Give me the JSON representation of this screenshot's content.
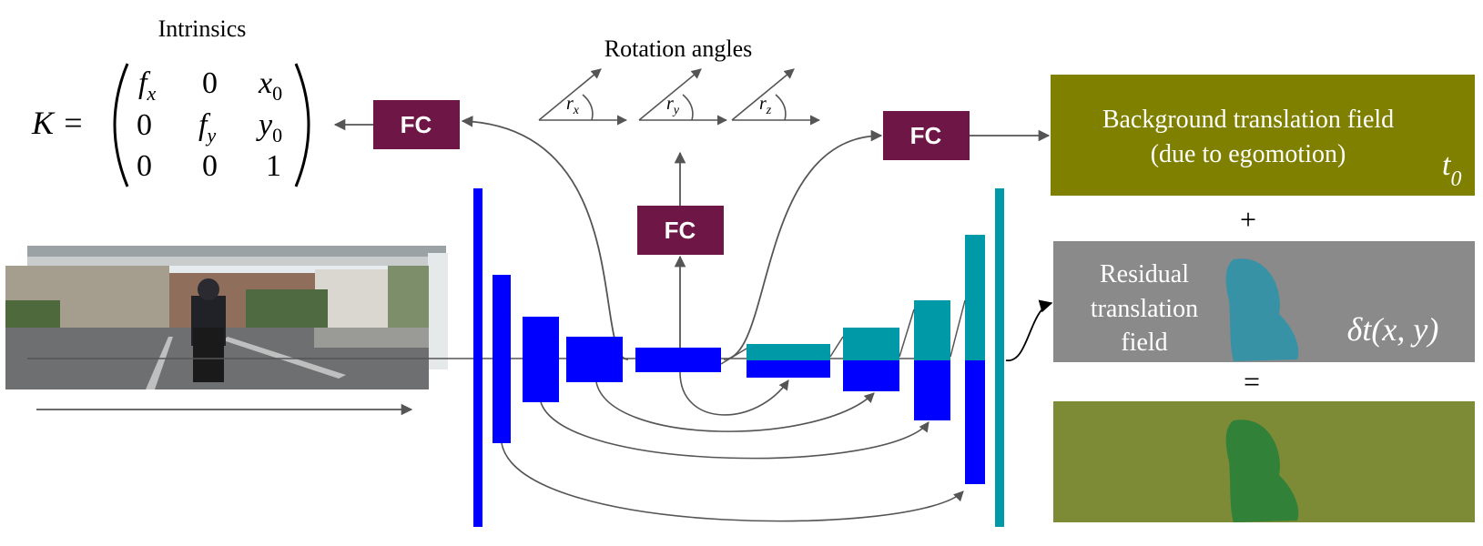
{
  "intrinsics": {
    "title": "Intrinsics",
    "lhs": "K =",
    "matrix": [
      [
        "f",
        "0",
        "x"
      ],
      [
        "0",
        "f",
        "y"
      ],
      [
        "0",
        "0",
        "1"
      ]
    ],
    "subscripts": [
      [
        "x",
        "",
        "0"
      ],
      [
        "",
        "y",
        "0"
      ],
      [
        "",
        "",
        ""
      ]
    ]
  },
  "rotation": {
    "title": "Rotation angles",
    "angles": [
      {
        "base": "r",
        "sub": "x"
      },
      {
        "base": "r",
        "sub": "y"
      },
      {
        "base": "r",
        "sub": "z"
      }
    ]
  },
  "fc_labels": {
    "intrinsics": "FC",
    "rotation": "FC",
    "translation": "FC"
  },
  "output_fields": {
    "background": {
      "line1": "Background translation field",
      "line2": "(due to egomotion)",
      "symbol": "t",
      "symbol_sub": "0"
    },
    "plus": "+",
    "residual": {
      "line1": "Residual",
      "line2": "translation",
      "line3": "field",
      "symbol": "δt(x, y)"
    },
    "equals": "="
  },
  "colors": {
    "encoder_blue": "#0000ff",
    "decoder_teal": "#0099a8",
    "fc_maroon": "#6e1646",
    "background_olive": "#808000",
    "residual_gray": "#8a8a8a",
    "total_olive": "#7d8a36"
  }
}
